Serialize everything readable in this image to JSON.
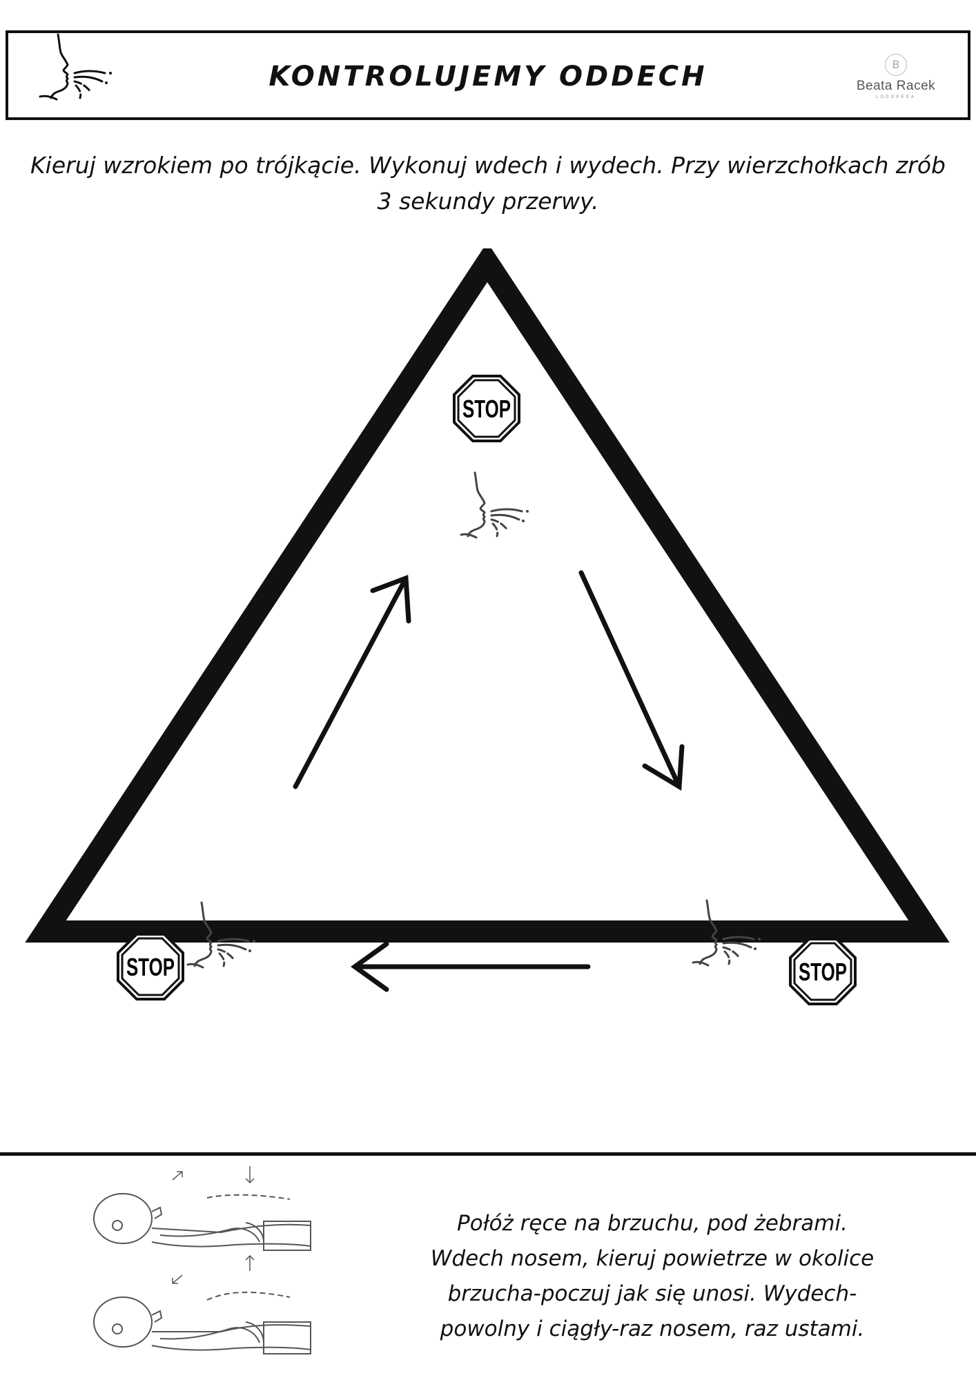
{
  "header": {
    "title": "KONTROLUJEMY ODDECH",
    "logo_letter": "B",
    "logo_name": "Beata Racek",
    "logo_subtitle": "LOGOPEDA"
  },
  "instruction": {
    "line1": "Kieruj wzrokiem po trójkącie. Wykonuj wdech i wydech. Przy wierzchołkach zrób",
    "line2": "3 sekundy przerwy."
  },
  "diagram": {
    "stop_signs": [
      {
        "label": "STOP"
      },
      {
        "label": "STOP"
      },
      {
        "label": "STOP"
      }
    ]
  },
  "bottom": {
    "lines": [
      "Połóż ręce na brzuchu, pod żebrami.",
      "Wdech nosem, kieruj powietrze w okolice",
      "brzucha-poczuj jak się unosi. Wydech-",
      "powolny i ciągły-raz nosem, raz ustami."
    ]
  }
}
